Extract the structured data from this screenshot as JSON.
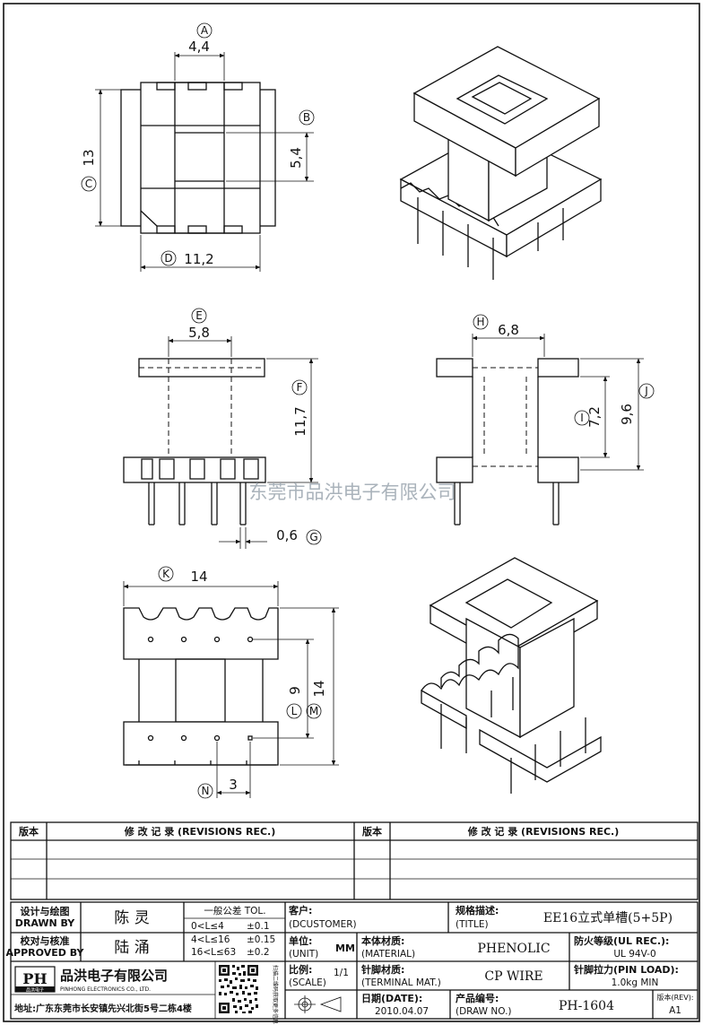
{
  "dimensions": {
    "A": {
      "letter": "A",
      "value": "4,4"
    },
    "B": {
      "letter": "B",
      "value": "5,4"
    },
    "C": {
      "letter": "C",
      "value": "13"
    },
    "D": {
      "letter": "D",
      "value": "11,2"
    },
    "E": {
      "letter": "E",
      "value": "5,8"
    },
    "F": {
      "letter": "F",
      "value": "11,7"
    },
    "G": {
      "letter": "G",
      "value": "0,6"
    },
    "H": {
      "letter": "H",
      "value": "6,8"
    },
    "I": {
      "letter": "I",
      "value": "7,2"
    },
    "J": {
      "letter": "J",
      "value": "9,6"
    },
    "K": {
      "letter": "K",
      "value": "14"
    },
    "L": {
      "letter": "L",
      "value": "9"
    },
    "M": {
      "letter": "M",
      "value": "14"
    },
    "N": {
      "letter": "N",
      "value": "3"
    }
  },
  "watermark": "东莞市品洪电子有限公司",
  "revisions": {
    "version_header": "版本",
    "records_header": "修 改 记 录 (REVISIONS REC.)"
  },
  "title_block": {
    "designed_by_label_cn": "设计与绘图",
    "designed_by_label_en": "DRAWN BY",
    "designer": "陈 灵",
    "approved_by_label_cn": "校对与核准",
    "approved_by_label_en": "APPROVED BY",
    "approver": "陆 涌",
    "tolerance_label": "一般公差 TOL.",
    "tolerances": [
      {
        "range": "0<L≤4",
        "value": "±0.1"
      },
      {
        "range": "4<L≤16",
        "value": "±0.15"
      },
      {
        "range": "16<L≤63",
        "value": "±0.2"
      }
    ],
    "customer_label_cn": "客户:",
    "customer_label_en": "(DCUSTOMER)",
    "unit_label_cn": "单位:",
    "unit_label_en": "(UNIT)",
    "unit_value": "MM",
    "scale_label_cn": "比例:",
    "scale_label_en": "(SCALE)",
    "scale_value": "1/1",
    "title_label_cn": "规格描述:",
    "title_label_en": "(TITLE)",
    "title_value": "EE16立式单槽(5+5P)",
    "material_label_cn": "本体材质:",
    "material_label_en": "(MATERIAL)",
    "material_value": "PHENOLIC",
    "ul_label": "防火等级(UL REC.):",
    "ul_value": "UL 94V-0",
    "terminal_label_cn": "针脚材质:",
    "terminal_label_en": "(TERMINAL MAT.)",
    "terminal_value": "CP WIRE",
    "pin_load_label": "针脚拉力(PIN LOAD):",
    "pin_load_value": "1.0kg MIN",
    "date_label_cn": "日期(DATE):",
    "date_value": "2010.04.07",
    "drawing_no_label_cn": "产品编号:",
    "drawing_no_label_en": "(DRAW NO.)",
    "drawing_no_value": "PH-1604",
    "version_label_cn": "版本(REV):",
    "version_value": "A1",
    "company_logo_text": "PH",
    "company_logo_sub": "品洪电子",
    "company_name_cn": "品洪电子有限公司",
    "company_name_en": "PINHONG ELECTRONICS CO., LTD.",
    "address": "地址:广东东莞市长安镇先兴北街5号二栋4楼",
    "qr_side_text": "扫描二维码获取更多信息"
  }
}
